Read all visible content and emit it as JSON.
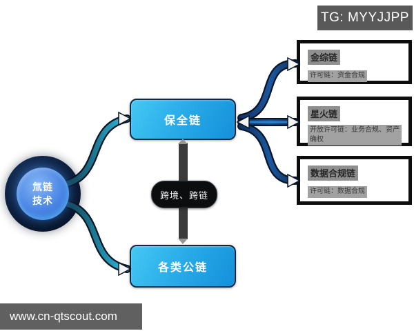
{
  "badge": {
    "label": "TG: MYYJJPP"
  },
  "hub": {
    "line1": "氚链",
    "line2": "技术"
  },
  "nodes": {
    "baoquan": "保全链",
    "bridge": "跨境、跨链",
    "public": "各类公链"
  },
  "cards": [
    {
      "title": "金综链",
      "subtitle": "许可链：资金合规"
    },
    {
      "title": "星火链",
      "subtitle": "开放许可链：业务合规、资产确权"
    },
    {
      "title": "数据合规链",
      "subtitle": "许可链：数据合规"
    }
  ],
  "footer": {
    "url": "www.cn-qtscout.com"
  },
  "colors": {
    "node_gradient_start": "#45c8f3",
    "node_gradient_end": "#1590da",
    "connector_teal": "#2ec1e6",
    "connector_navy": "#16498a",
    "vertical_bar": "#3b3b3b",
    "badge_bg": "#595959",
    "footer_bg": "#606060",
    "card_border": "#0d0d0d"
  }
}
